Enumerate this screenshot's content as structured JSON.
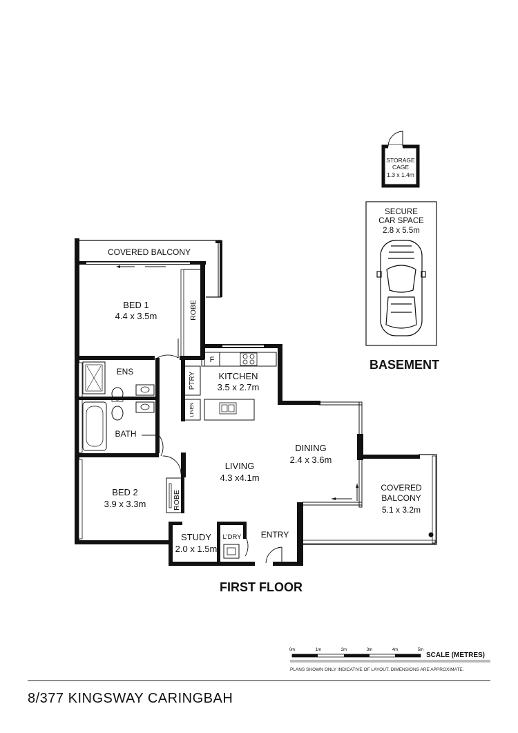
{
  "basement": {
    "title": "BASEMENT",
    "storage": {
      "name": "STORAGE",
      "name2": "CAGE",
      "dims": "1.3 x 1.4m"
    },
    "car": {
      "line1": "SECURE",
      "line2": "CAR SPACE",
      "dims": "2.8 x 5.5m"
    }
  },
  "first_floor": {
    "title": "FIRST FLOOR",
    "rooms": {
      "covered_balcony_top": "COVERED BALCONY",
      "bed1": {
        "name": "BED 1",
        "dims": "4.4 x 3.5m"
      },
      "robe1": "ROBE",
      "ens": "ENS",
      "bath": "BATH",
      "ptry": "PTRY",
      "linen": "LINEN",
      "fridge": "F",
      "kitchen": {
        "name": "KITCHEN",
        "dims": "3.5 x 2.7m"
      },
      "dining": {
        "name": "DINING",
        "dims": "2.4 x 3.6m"
      },
      "living": {
        "name": "LIVING",
        "dims": "4.3  x4.1m"
      },
      "bed2": {
        "name": "BED 2",
        "dims": "3.9 x 3.3m"
      },
      "robe2": "ROBE",
      "study": {
        "name": "STUDY",
        "dims": "2.0 x 1.5m"
      },
      "ldry": "L'DRY",
      "entry": "ENTRY",
      "covered_balcony_right": {
        "name": "COVERED",
        "name2": "BALCONY",
        "dims": "5.1 x 3.2m"
      }
    }
  },
  "scale": {
    "title": "SCALE (METRES)",
    "ticks": [
      "0m",
      "1m",
      "2m",
      "3m",
      "4m",
      "5m"
    ],
    "disclaimer": "PLANS SHOWN ONLY INDICATIVE OF LAYOUT.  DIMENSIONS ARE APPROXIMATE."
  },
  "address": "8/377 KINGSWAY CARINGBAH"
}
